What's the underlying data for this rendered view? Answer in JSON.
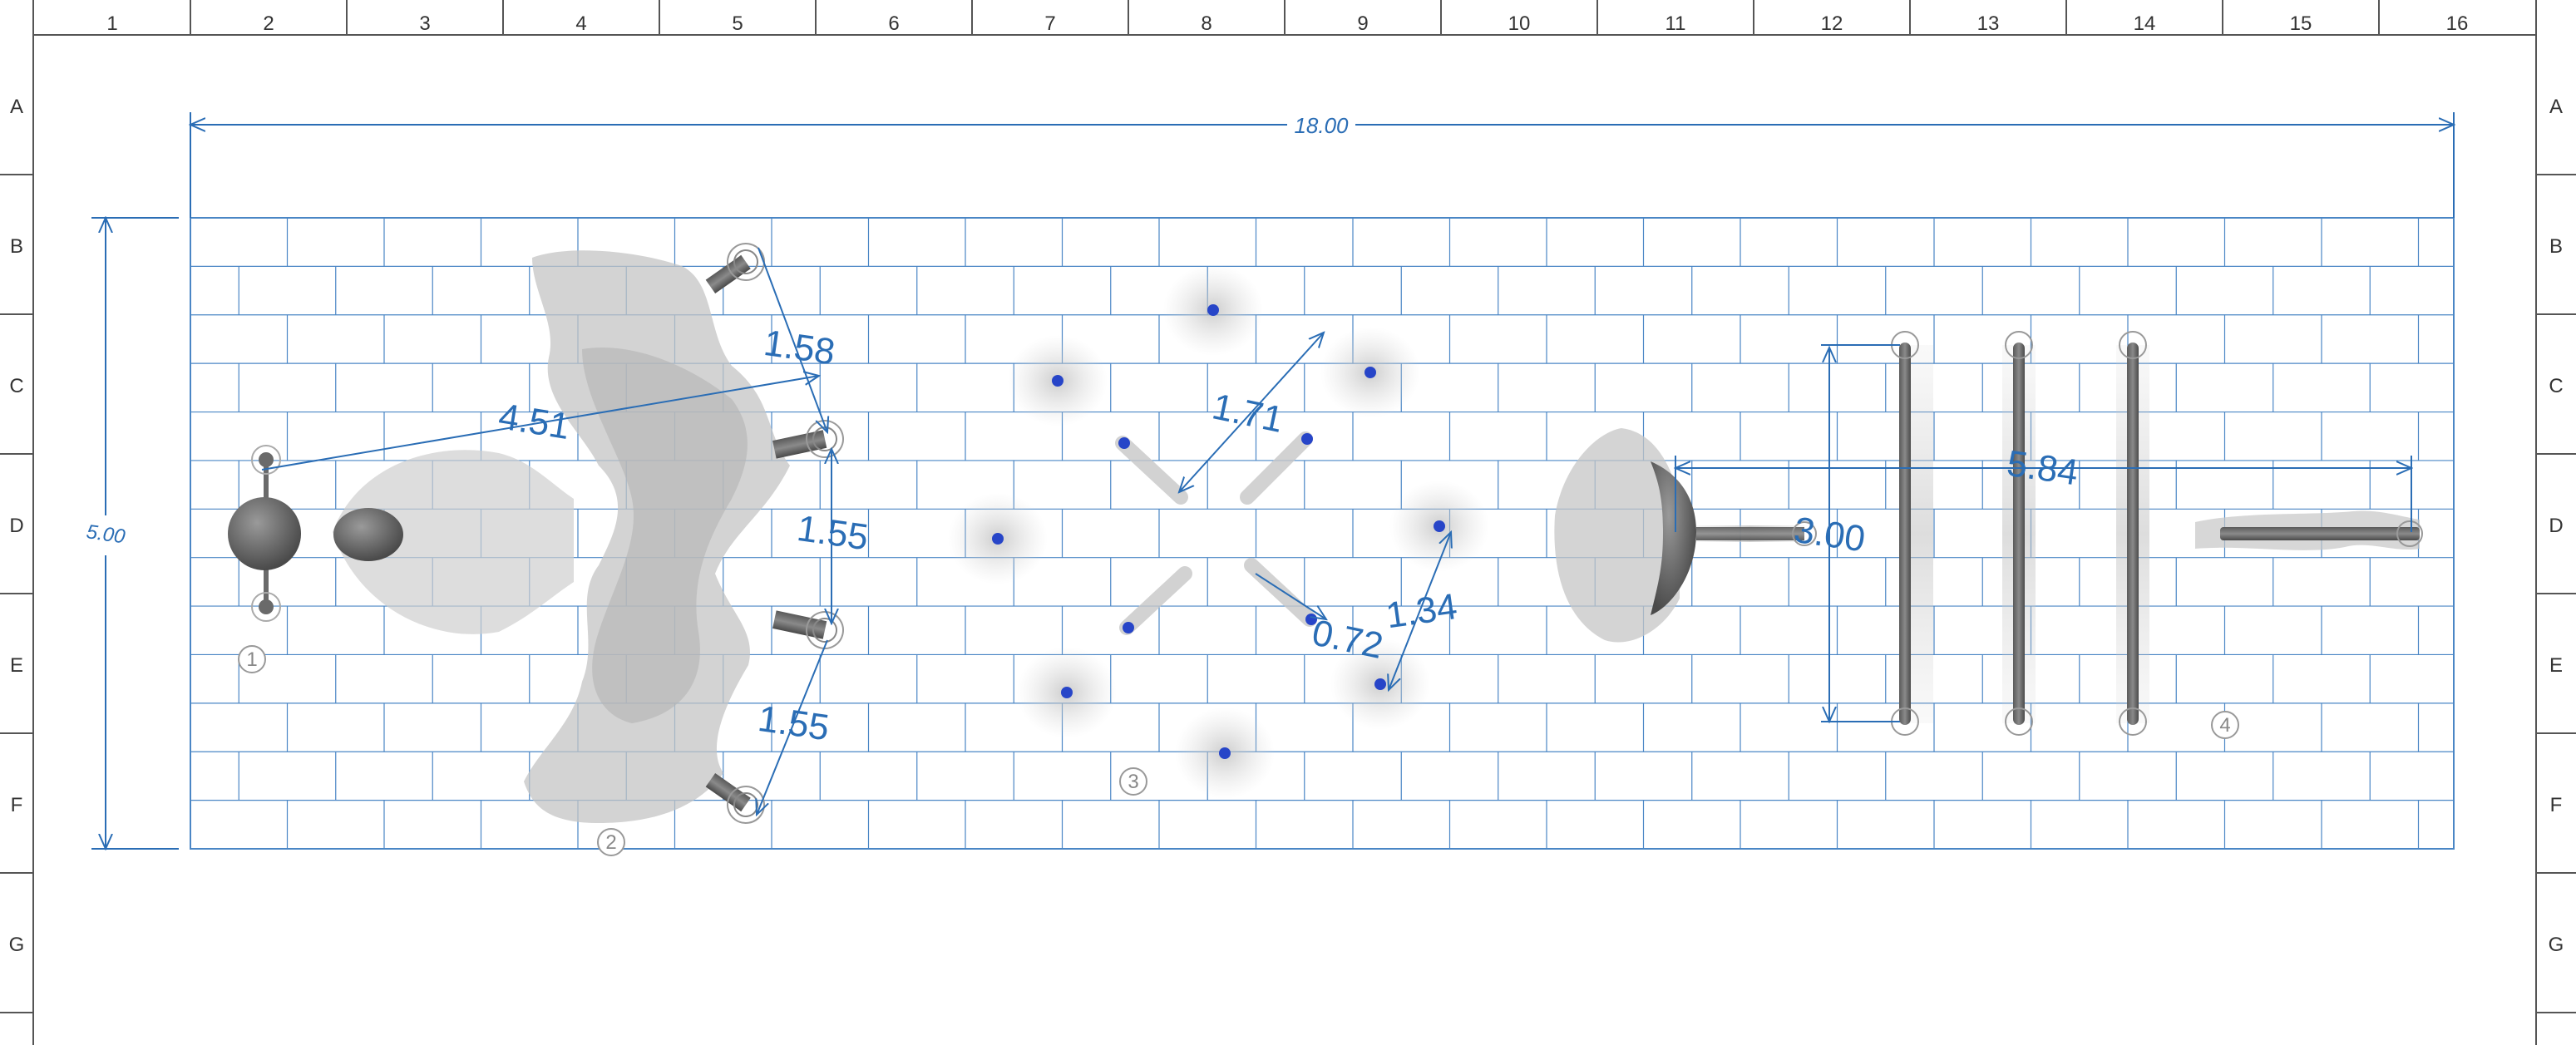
{
  "drawing": {
    "column_labels": [
      "1",
      "2",
      "3",
      "4",
      "5",
      "6",
      "7",
      "8",
      "9",
      "10",
      "11",
      "12",
      "13",
      "14",
      "15",
      "16"
    ],
    "row_labels": [
      "A",
      "B",
      "C",
      "D",
      "E",
      "F",
      "G"
    ],
    "colors": {
      "dimension": "#2a6db5",
      "grid": "#4a86c5",
      "border": "#555555",
      "light_dot": "#2745c8",
      "equipment": "#707070"
    }
  },
  "dimensions": {
    "overall_width": "18.00",
    "overall_height": "5.00",
    "d_1_58": "1.58",
    "d_4_51": "4.51",
    "d_1_55_top": "1.55",
    "d_1_55_bottom": "1.55",
    "d_1_71": "1.71",
    "d_0_72": "0.72",
    "d_1_34": "1.34",
    "d_3_00": "3.00",
    "d_5_84": "5.84"
  },
  "markers": {
    "m1": "1",
    "m2": "2",
    "m3": "3",
    "m4": "4"
  },
  "icons": {
    "light_fixture": "light-fixture-icon",
    "spotlight": "spotlight-icon",
    "light_bar": "light-bar-icon",
    "lamp_post": "lamp-post-icon"
  }
}
